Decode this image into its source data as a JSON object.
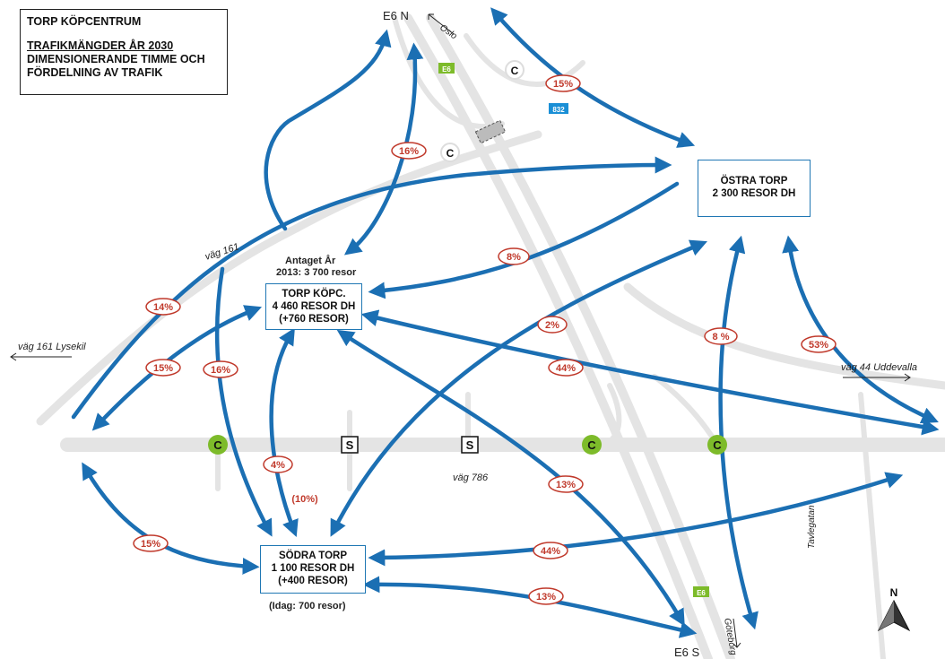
{
  "title": {
    "name": "TORP KÖPCENTRUM",
    "subtitle": "TRAFIKMÄNGDER ÅR 2030",
    "line3": "DIMENSIONERANDE TIMME OCH",
    "line4": "FÖRDELNING AV TRAFIK"
  },
  "zones": {
    "ostra": {
      "name": "ÖSTRA TORP",
      "trips": "2 300 RESOR DH"
    },
    "torp": {
      "name": "TORP KÖPC.",
      "trips": "4 460 RESOR DH",
      "extra": "(+760 RESOR)",
      "note_line1": "Antaget År",
      "note_line2": "2013: 3 700 resor"
    },
    "sodra": {
      "name": "SÖDRA TORP",
      "trips": "1 100 RESOR DH",
      "extra": "(+400 RESOR)",
      "note": "(Idag: 700 resor)"
    }
  },
  "roads": {
    "e6_n": "E6 N",
    "e6_s": "E6 S",
    "oslo": "Oslo",
    "goteborg": "Göteborg",
    "vag161": "väg 161",
    "vag161_lysekil": "väg 161 Lysekil",
    "vag44": "väg 44 Uddevalla",
    "vag786": "väg 786",
    "tavlegatan": "Tavlegatan",
    "shield_e6": "E6",
    "shield_832": "832"
  },
  "symbols": {
    "c": "C",
    "s": "S",
    "north": "N"
  },
  "percentages": {
    "p15_ne": "15%",
    "p16_top": "16%",
    "p8_torp": "8%",
    "p14": "14%",
    "p15_left": "15%",
    "p16_left": "16%",
    "p2": "2%",
    "p8_east": "8 %",
    "p53": "53%",
    "p44_top": "44%",
    "p4": "4%",
    "p10": "(10%)",
    "p13_mid": "13%",
    "p15_bottom": "15%",
    "p44_bottom": "44%",
    "p13_bottom": "13%"
  },
  "colors": {
    "arrow": "#1b6fb3",
    "label_red": "#c0392b",
    "road": "#e3e3e3",
    "green": "#7dbb2a",
    "shield_blue": "#1a8fd6"
  }
}
